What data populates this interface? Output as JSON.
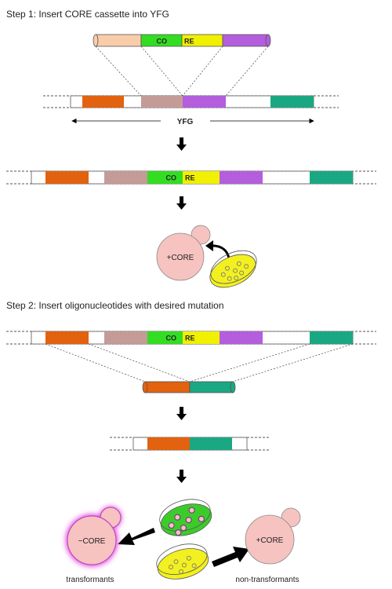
{
  "step1": {
    "title": "Step 1: Insert CORE cassette into YFG"
  },
  "step2": {
    "title": "Step 2: Insert oligonucleotides with desired mutation"
  },
  "cassette": {
    "label_left": "CO",
    "label_right": "RE"
  },
  "gene": {
    "name": "YFG"
  },
  "cells": {
    "plus_core": "+CORE",
    "minus_core": "−CORE",
    "transformants": "transformants",
    "non_transformants": "non-transformants"
  },
  "colors": {
    "peach": "#f9cdaa",
    "green": "#33dd22",
    "yellow": "#f0f000",
    "purple": "#b45ddd",
    "orange": "#e2620f",
    "mauve": "#c49b97",
    "teal": "#1aa882",
    "cell": "#f6c3c0",
    "cell_glow": "#e040e0",
    "plate_yellow": "#f2f020",
    "plate_green": "#3ccc2a"
  }
}
